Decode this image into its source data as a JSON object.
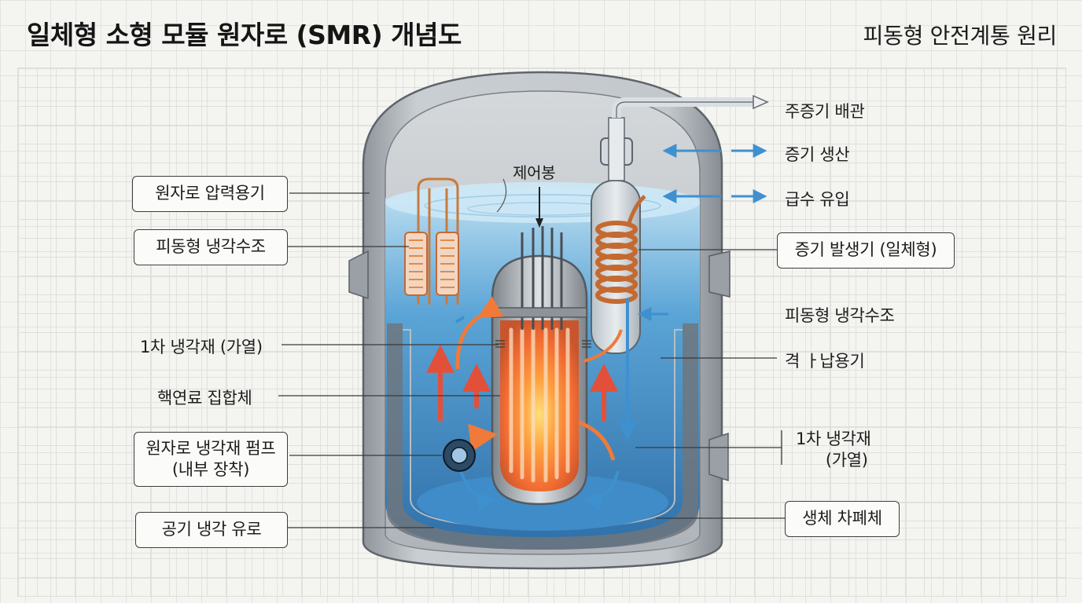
{
  "title": "일체형 소형 모듈 원자로 (SMR) 개념도",
  "subtitle": "피동형 안전계통 원리",
  "diagram": {
    "labels_left": {
      "pressure_vessel": "원자로 압력용기",
      "passive_tank": "피동형 냉각수조",
      "primary_coolant": "1차 냉각재 (가열)",
      "fuel_assembly": "핵연료 집합체",
      "pump_line1": "원자로 냉각재 펌프",
      "pump_line2": "(내부 장착)",
      "air_cooling": "공기 냉각 유로"
    },
    "labels_right": {
      "main_steam": "주증기 배관",
      "steam_production": "증기 생산",
      "feedwater": "급수 유입",
      "steam_generator": "증기 발생기 (일체형)",
      "passive_tank_right": "피동형 냉각수조",
      "containment": "격 ㅏ납용기",
      "primary_line1": "1차 냉각재",
      "primary_line2": "(가열)",
      "bio_shield": "생체 차폐체"
    },
    "control_rod": "제어봉"
  }
}
